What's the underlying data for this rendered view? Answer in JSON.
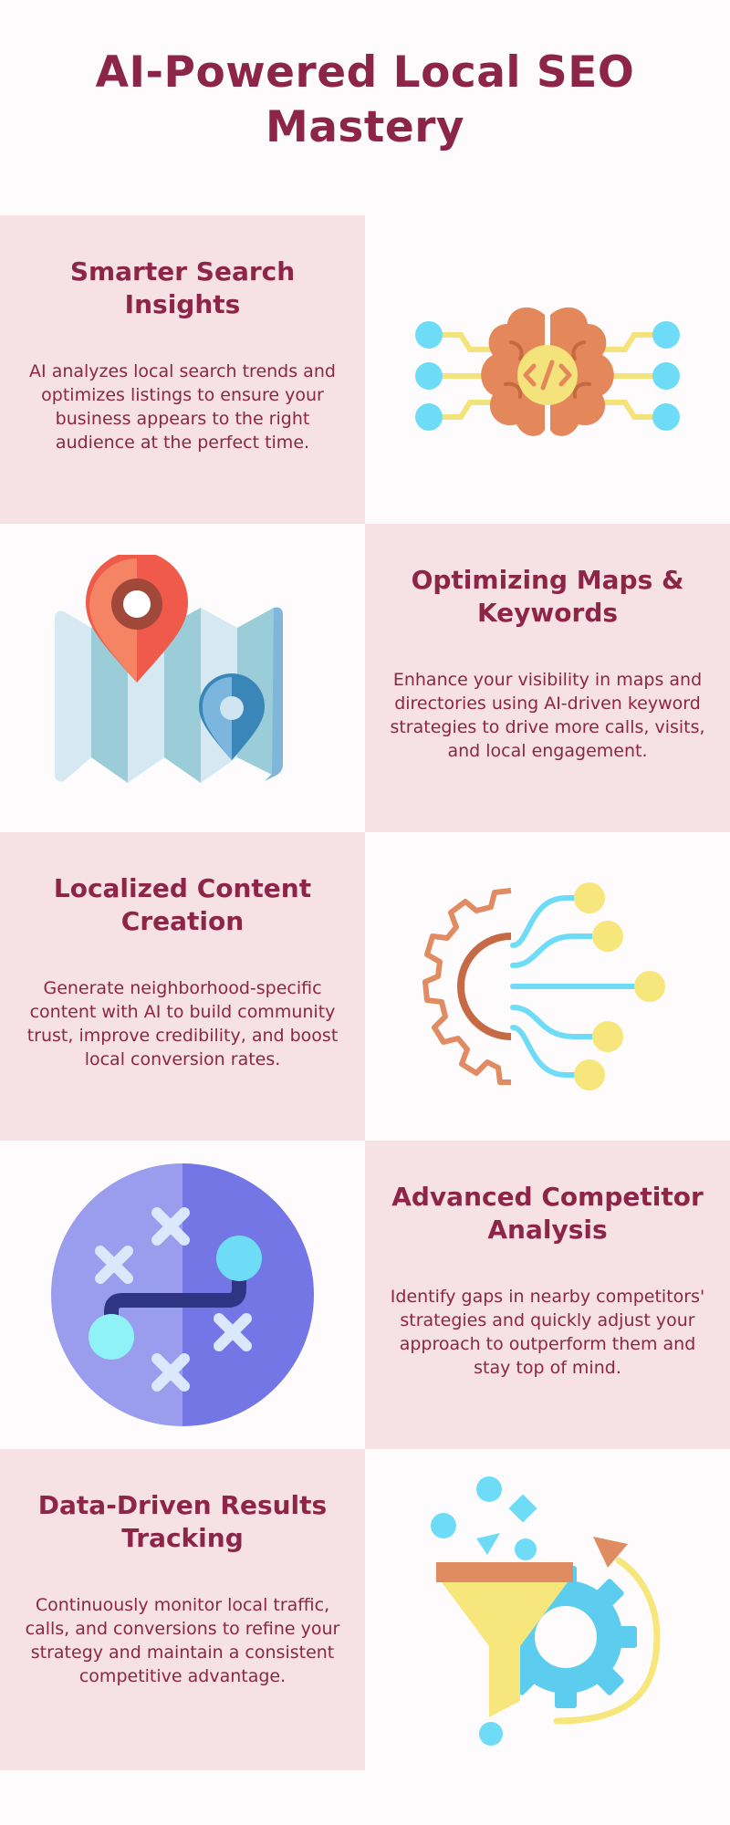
{
  "page": {
    "title_line1": "AI-Powered Local SEO",
    "title_line2": "Mastery"
  },
  "sections": [
    {
      "heading": "Smarter Search Insights",
      "body": "AI analyzes local search trends and optimizes listings to ensure your business appears to the right audience at the perfect time.",
      "icon": "brain-code-icon"
    },
    {
      "heading": "Optimizing Maps & Keywords",
      "body": "Enhance your visibility in maps and directories using AI-driven keyword strategies to drive more calls, visits, and local engagement.",
      "icon": "map-pins-icon"
    },
    {
      "heading": "Localized Content Creation",
      "body": "Generate neighborhood-specific content with AI to build community trust, improve credibility, and boost local conversion rates.",
      "icon": "gear-network-icon"
    },
    {
      "heading": "Advanced Competitor Analysis",
      "body": "Identify gaps in nearby competitors' strategies and quickly adjust your approach to outperform them and stay top of mind.",
      "icon": "strategy-plan-icon"
    },
    {
      "heading": "Data-Driven Results Tracking",
      "body": "Continuously monitor local traffic, calls, and conversions to refine your strategy and maintain a consistent competitive advantage.",
      "icon": "funnel-gear-icon"
    }
  ],
  "colors": {
    "accent": "#8c2548",
    "panel": "#f6e1e4",
    "background": "#fdfbfb"
  }
}
